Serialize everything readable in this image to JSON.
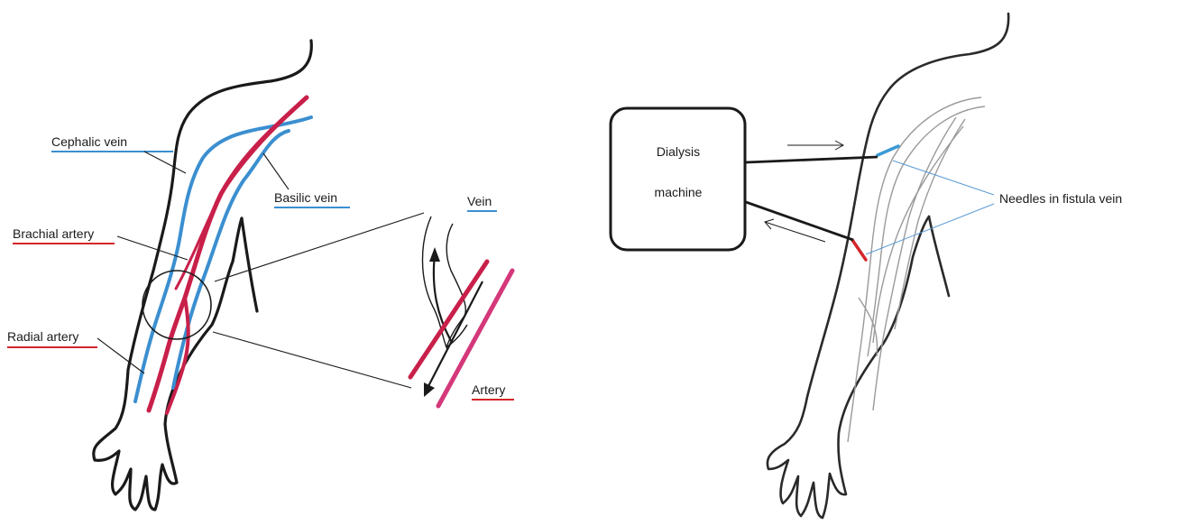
{
  "labels": {
    "cephalic_vein": "Cephalic vein",
    "basilic_vein": "Basilic vein",
    "brachial_artery": "Brachial artery",
    "radial_artery": "Radial artery",
    "vein": "Vein",
    "artery": "Artery",
    "dialysis_line1": "Dialysis",
    "dialysis_line2": "machine",
    "needles": "Needles in fistula vein"
  },
  "colors": {
    "vein": "#3b8fd0",
    "artery": "#d4262b",
    "artery_fill": "#c8204a",
    "outline": "#1a1a1a",
    "leader_blue": "#5b9bd5"
  }
}
